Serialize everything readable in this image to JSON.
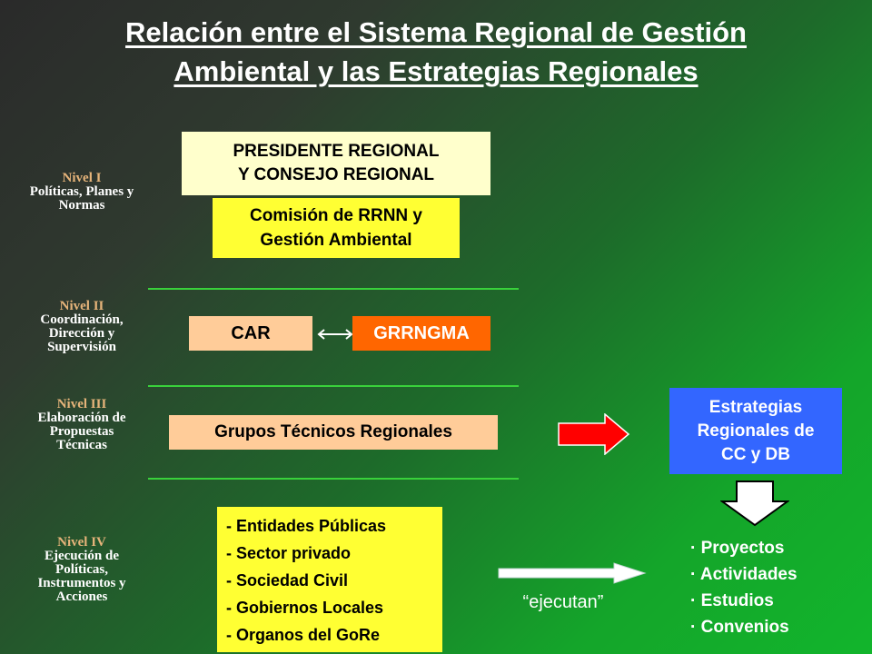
{
  "title": {
    "line1": "Relación entre el Sistema Regional de Gestión",
    "line2": "Ambiental y las Estrategias Regionales"
  },
  "levels": [
    {
      "level": "Nivel I",
      "desc": [
        "Políticas, Planes y",
        "Normas"
      ]
    },
    {
      "level": "Nivel II",
      "desc": [
        "Coordinación,",
        "Dirección y",
        "Supervisión"
      ]
    },
    {
      "level": "Nivel III",
      "desc": [
        "Elaboración de",
        "Propuestas",
        "Técnicas"
      ]
    },
    {
      "level": "Nivel IV",
      "desc": [
        "Ejecución de",
        "Políticas,",
        "Instrumentos y",
        "Acciones"
      ]
    }
  ],
  "boxes": {
    "presidente": [
      "PRESIDENTE REGIONAL",
      "Y CONSEJO REGIONAL"
    ],
    "comision": [
      "Comisión de RRNN y",
      "Gestión Ambiental"
    ],
    "car": "CAR",
    "grrngma": "GRRNGMA",
    "grupos": "Grupos Técnicos Regionales",
    "estrategias": [
      "Estrategias",
      "Regionales de",
      "CC y DB"
    ]
  },
  "actors": [
    "- Entidades Públicas",
    "- Sector privado",
    "- Sociedad Civil",
    "- Gobiernos Locales",
    "- Organos del GoRe"
  ],
  "arrow_label": "“ejecutan”",
  "outputs": [
    "· Proyectos",
    "· Actividades",
    "· Estudios",
    "· Convenios"
  ],
  "colors": {
    "cream": "#ffffcc",
    "yellow": "#ffff33",
    "peach": "#ffcc99",
    "orange": "#ff6600",
    "blue": "#3366ff",
    "red": "#ff0000",
    "separator": "#39d13b"
  }
}
